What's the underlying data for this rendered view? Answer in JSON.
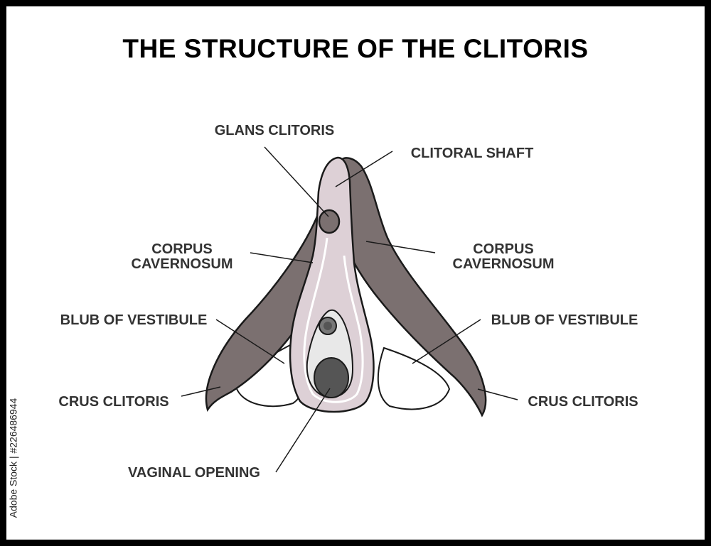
{
  "title": "THE STRUCTURE OF THE CLITORIS",
  "labels": {
    "glans": "GLANS CLITORIS",
    "shaft": "CLITORAL SHAFT",
    "corpus_left_1": "CORPUS",
    "corpus_left_2": "CAVERNOSUM",
    "corpus_right_1": "CORPUS",
    "corpus_right_2": "CAVERNOSUM",
    "bulb_left": "BLUB OF VESTIBULE",
    "bulb_right": "BLUB OF VESTIBULE",
    "crus_left": "CRUS CLITORIS",
    "crus_right": "CRUS CLITORIS",
    "vaginal": "VAGINAL OPENING"
  },
  "watermark": "Adobe Stock | #226486944",
  "colors": {
    "text": "#333333",
    "erectile_tissue": "#7b7070",
    "bulb_pink": "#ddd0d6",
    "opening_dark": "#555555",
    "opening_light": "#e8e8e8",
    "outline": "#1a1a1a"
  }
}
